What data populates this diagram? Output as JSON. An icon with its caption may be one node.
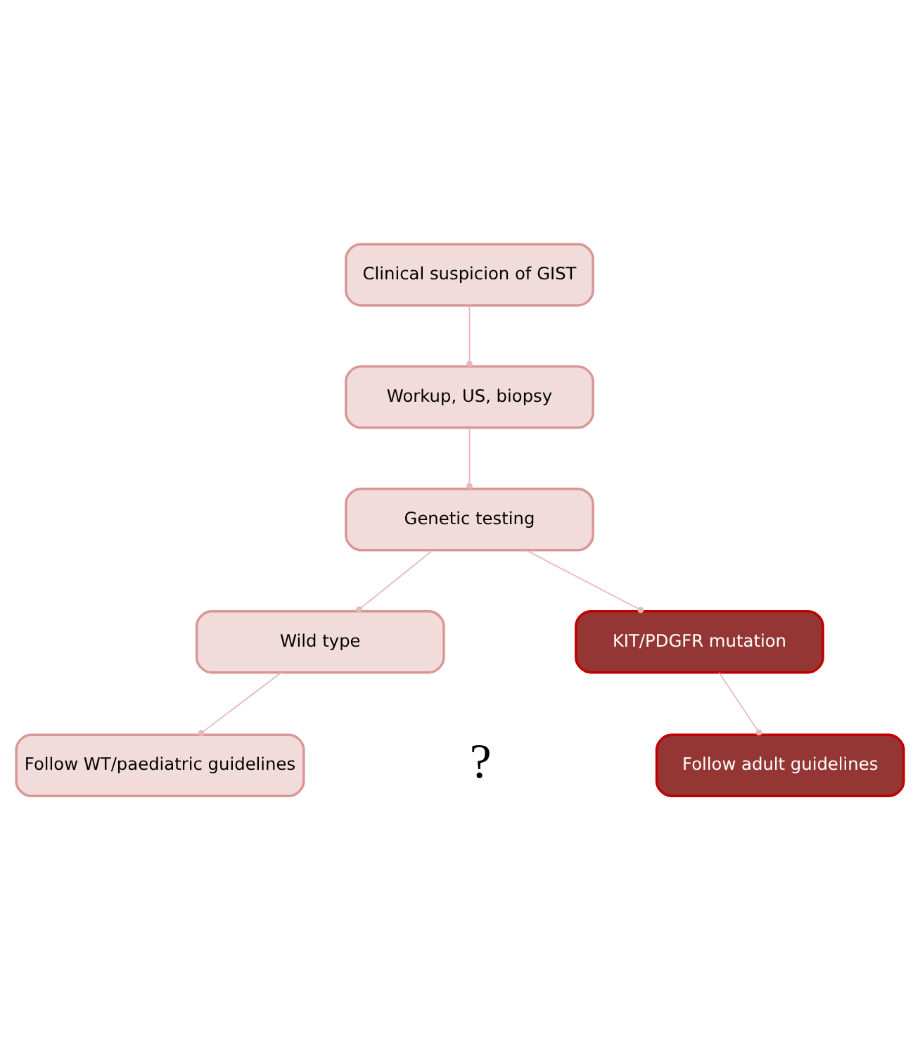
{
  "diagram": {
    "nodes": [
      {
        "text": [
          "Clinical suspicion of GIST"
        ]
      },
      {
        "text": [
          "Workup, US, biopsy"
        ]
      },
      {
        "text": [
          "Genetic testing"
        ]
      },
      {
        "text": [
          "Wild type"
        ]
      },
      {
        "text": [
          "KIT/PDGFR mutation"
        ]
      },
      {
        "text": [
          "Follow WT/paediatric guidelines"
        ]
      },
      {
        "text": [
          "Follow adult guidelines"
        ]
      }
    ],
    "edges": [
      {
        "from": 0,
        "to": 1,
        "arrow": "other"
      },
      {
        "from": 1,
        "to": 2,
        "arrow": "other"
      },
      {
        "from": 2,
        "to": 3,
        "arrow": "other"
      },
      {
        "from": 2,
        "to": 4,
        "arrow": "other"
      },
      {
        "from": 3,
        "to": 5,
        "arrow": "other"
      },
      {
        "from": 4,
        "to": 6,
        "arrow": "other"
      }
    ],
    "labels": [
      "?"
    ]
  }
}
